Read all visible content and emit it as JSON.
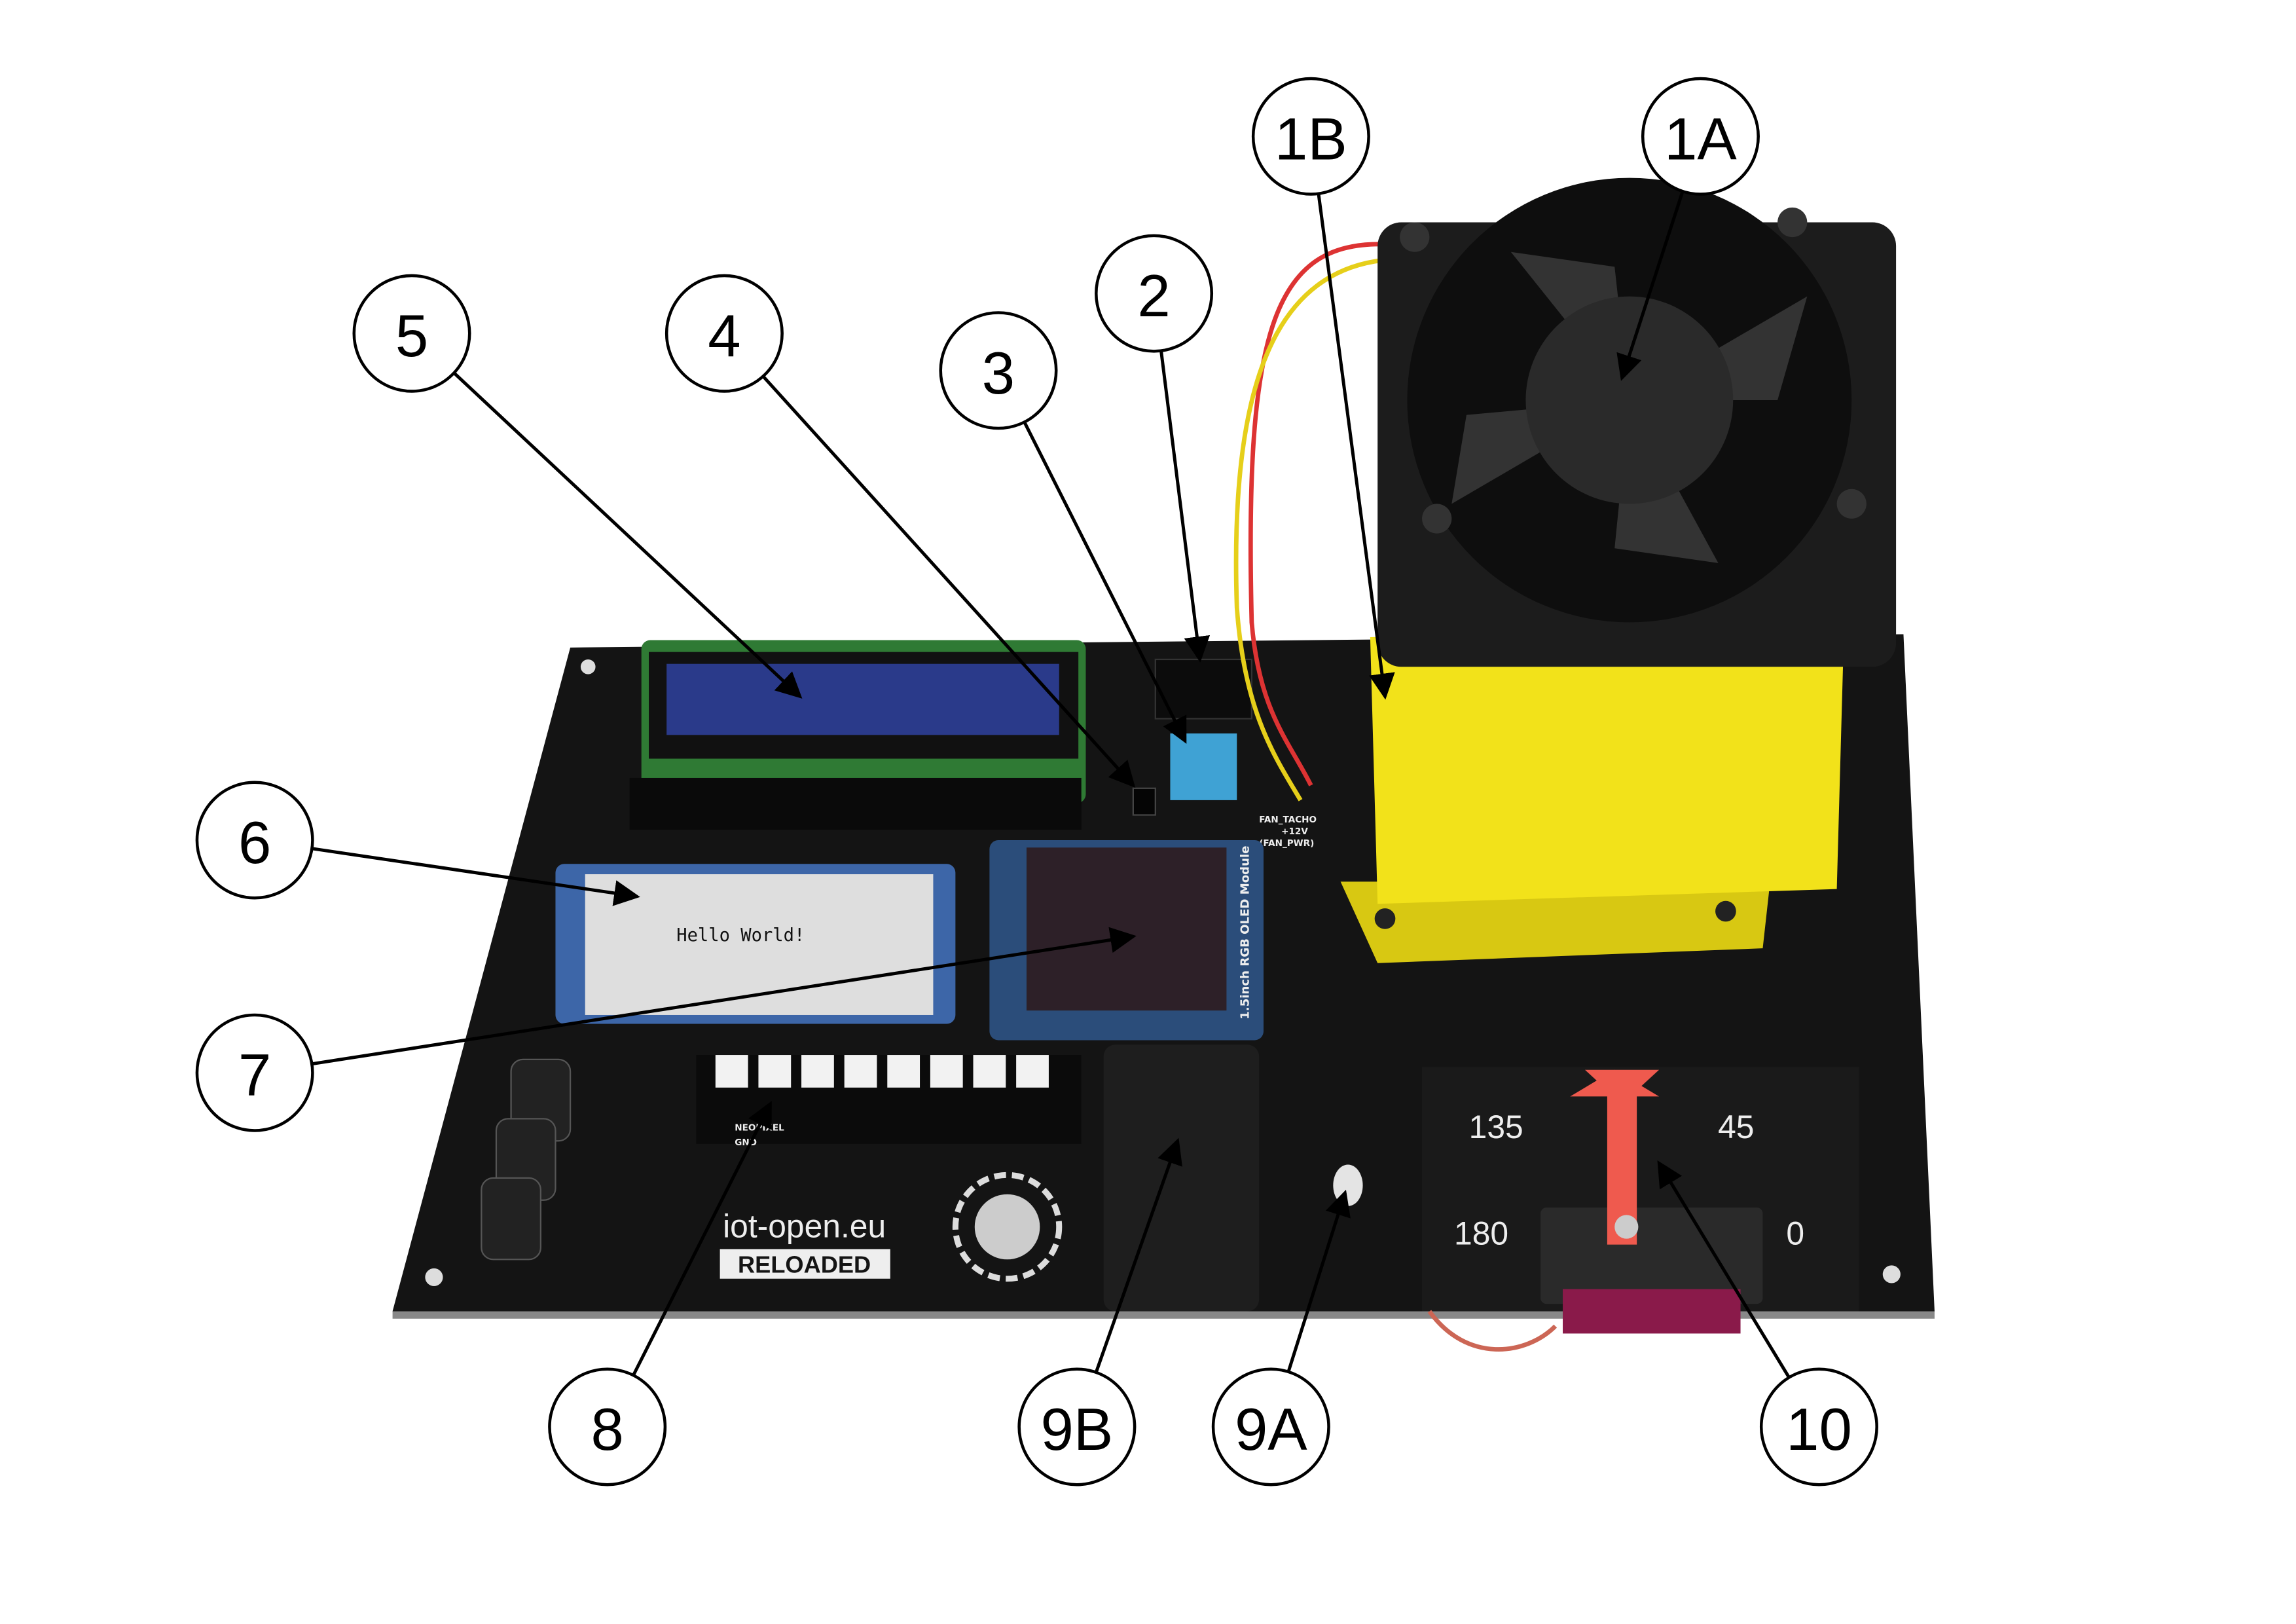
{
  "callouts": [
    {
      "id": "1A",
      "label": "1A"
    },
    {
      "id": "1B",
      "label": "1B"
    },
    {
      "id": "2",
      "label": "2"
    },
    {
      "id": "3",
      "label": "3"
    },
    {
      "id": "4",
      "label": "4"
    },
    {
      "id": "5",
      "label": "5"
    },
    {
      "id": "6",
      "label": "6"
    },
    {
      "id": "7",
      "label": "7"
    },
    {
      "id": "8",
      "label": "8"
    },
    {
      "id": "9B",
      "label": "9B"
    },
    {
      "id": "9A",
      "label": "9A"
    },
    {
      "id": "10",
      "label": "10"
    }
  ],
  "board": {
    "epaper_text": "Hello World!",
    "oled_label": "1.5inch RGB OLED Module",
    "fan_labels": [
      "FAN_TACHO",
      "+12V",
      "(FAN_PWR)"
    ],
    "neopixel_labels": [
      "NEOPIXEL",
      "GND"
    ],
    "logo_text": "iot-open.eu",
    "logo_badge": "RELOADED",
    "dial": {
      "l135": "135",
      "l45": "45",
      "l180": "180",
      "l0": "0"
    }
  },
  "colors": {
    "pcb": "#141414",
    "fan_mount": "#f2e21a",
    "lcd": "#2a3a8a",
    "lcd_pcb": "#2f7a34",
    "oled_pcb": "#2b4d7a",
    "arrow": "#ef5a4e"
  }
}
